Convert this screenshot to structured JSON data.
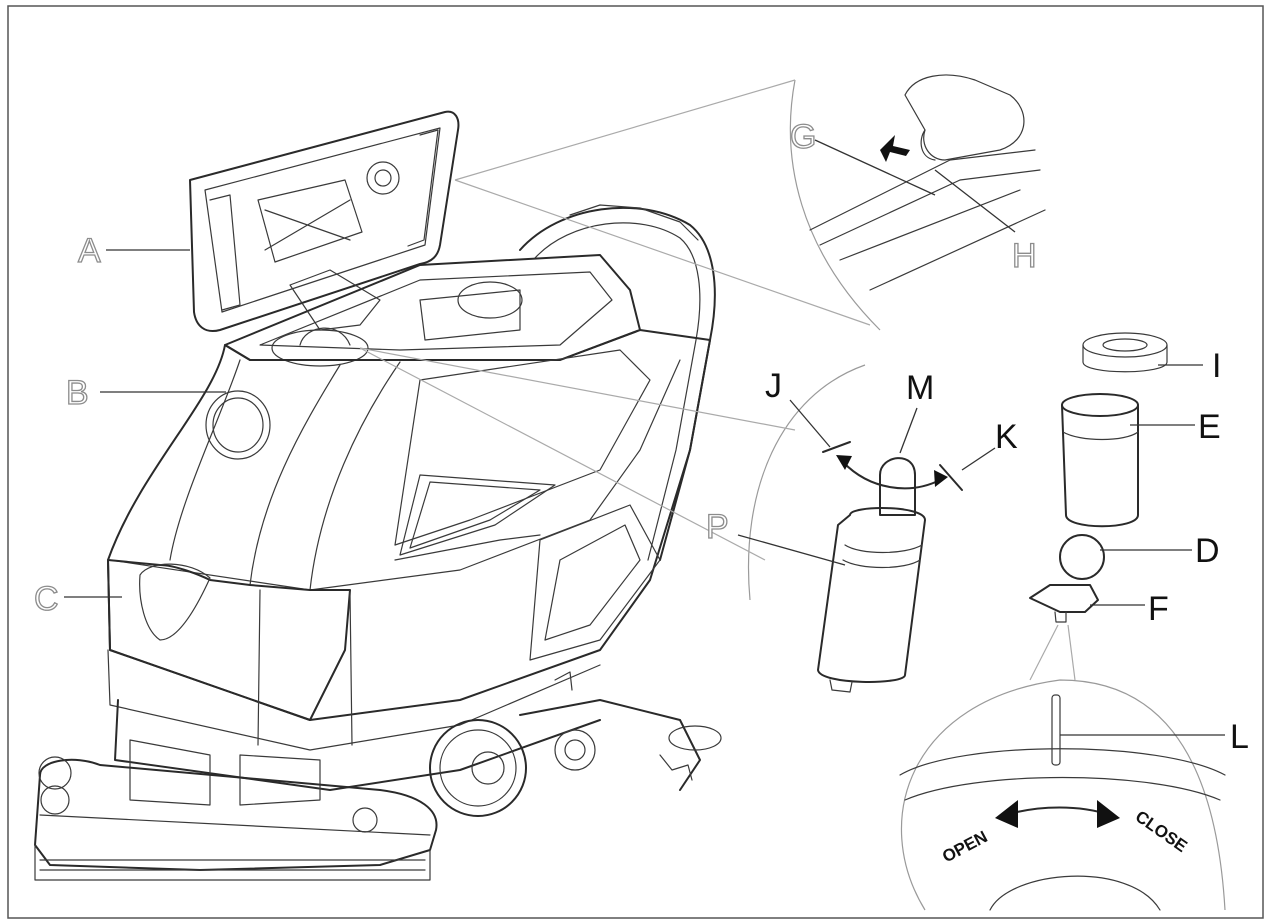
{
  "labels": {
    "A": "A",
    "B": "B",
    "C": "C",
    "G": "G",
    "H": "H",
    "I": "I",
    "E": "E",
    "J": "J",
    "M": "M",
    "K": "K",
    "P": "P",
    "D": "D",
    "F": "F",
    "L": "L"
  },
  "dial": {
    "open": "OPEN",
    "close": "CLOSE"
  }
}
